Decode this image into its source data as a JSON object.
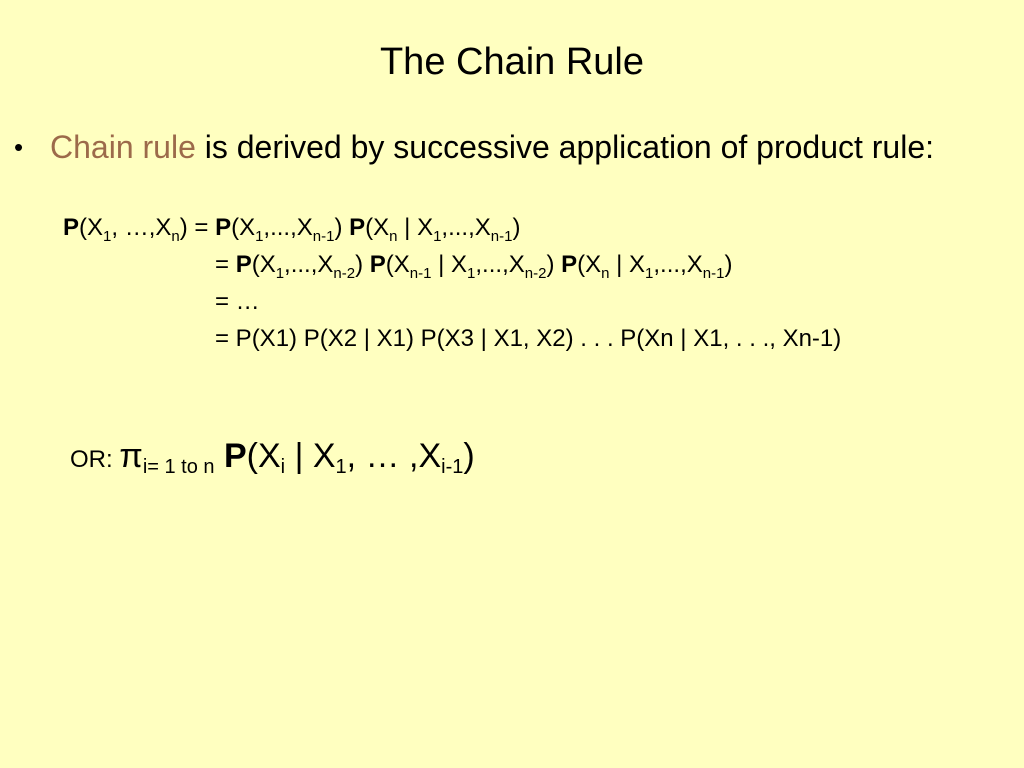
{
  "slide": {
    "title": "The Chain Rule",
    "bullet": {
      "highlight": "Chain rule",
      "text": " is derived by successive application of product rule:"
    },
    "eq1": {
      "p1": "P",
      "o1": "(X",
      "s1": "1",
      "m1": ", …,X",
      "s2": "n",
      "m2": ") = ",
      "p2": "P",
      "o2": "(X",
      "s3": "1",
      "m3": ",...,X",
      "s4": "n-1",
      "m4": ") ",
      "p3": "P",
      "o3": "(X",
      "s5": "n",
      "m5": " | X",
      "s6": "1",
      "m6": ",...,X",
      "s7": "n-1",
      "m7": ")"
    },
    "eq2": {
      "a": "= ",
      "p1": "P",
      "o1": "(X",
      "s1": "1",
      "m1": ",...,X",
      "s2": "n-2",
      "m2": ") ",
      "p2": "P",
      "o2": "(X",
      "s3": "n-1",
      "m3": " | X",
      "s4": "1",
      "m4": ",...,X",
      "s5": "n-2",
      "m5": ") ",
      "p3": "P",
      "o3": "(X",
      "s6": "n",
      "m6": " | X",
      "s7": "1",
      "m7": ",...,X",
      "s8": "n-1",
      "m8": ")"
    },
    "eq3": "= …",
    "eq4": "= P(X1) P(X2 | X1) P(X3 | X1, X2) . . . P(Xn | X1, . . ., Xn-1)",
    "or_formula": {
      "label": "OR: ",
      "pi": "π",
      "pi_sub": "i= 1 to n",
      "space": " ",
      "p": "P",
      "o1": "(X",
      "s1": "i",
      "m1": " | X",
      "s2": "1",
      "m2": ", … ,X",
      "s3": "i-1",
      "m3": ")"
    }
  }
}
